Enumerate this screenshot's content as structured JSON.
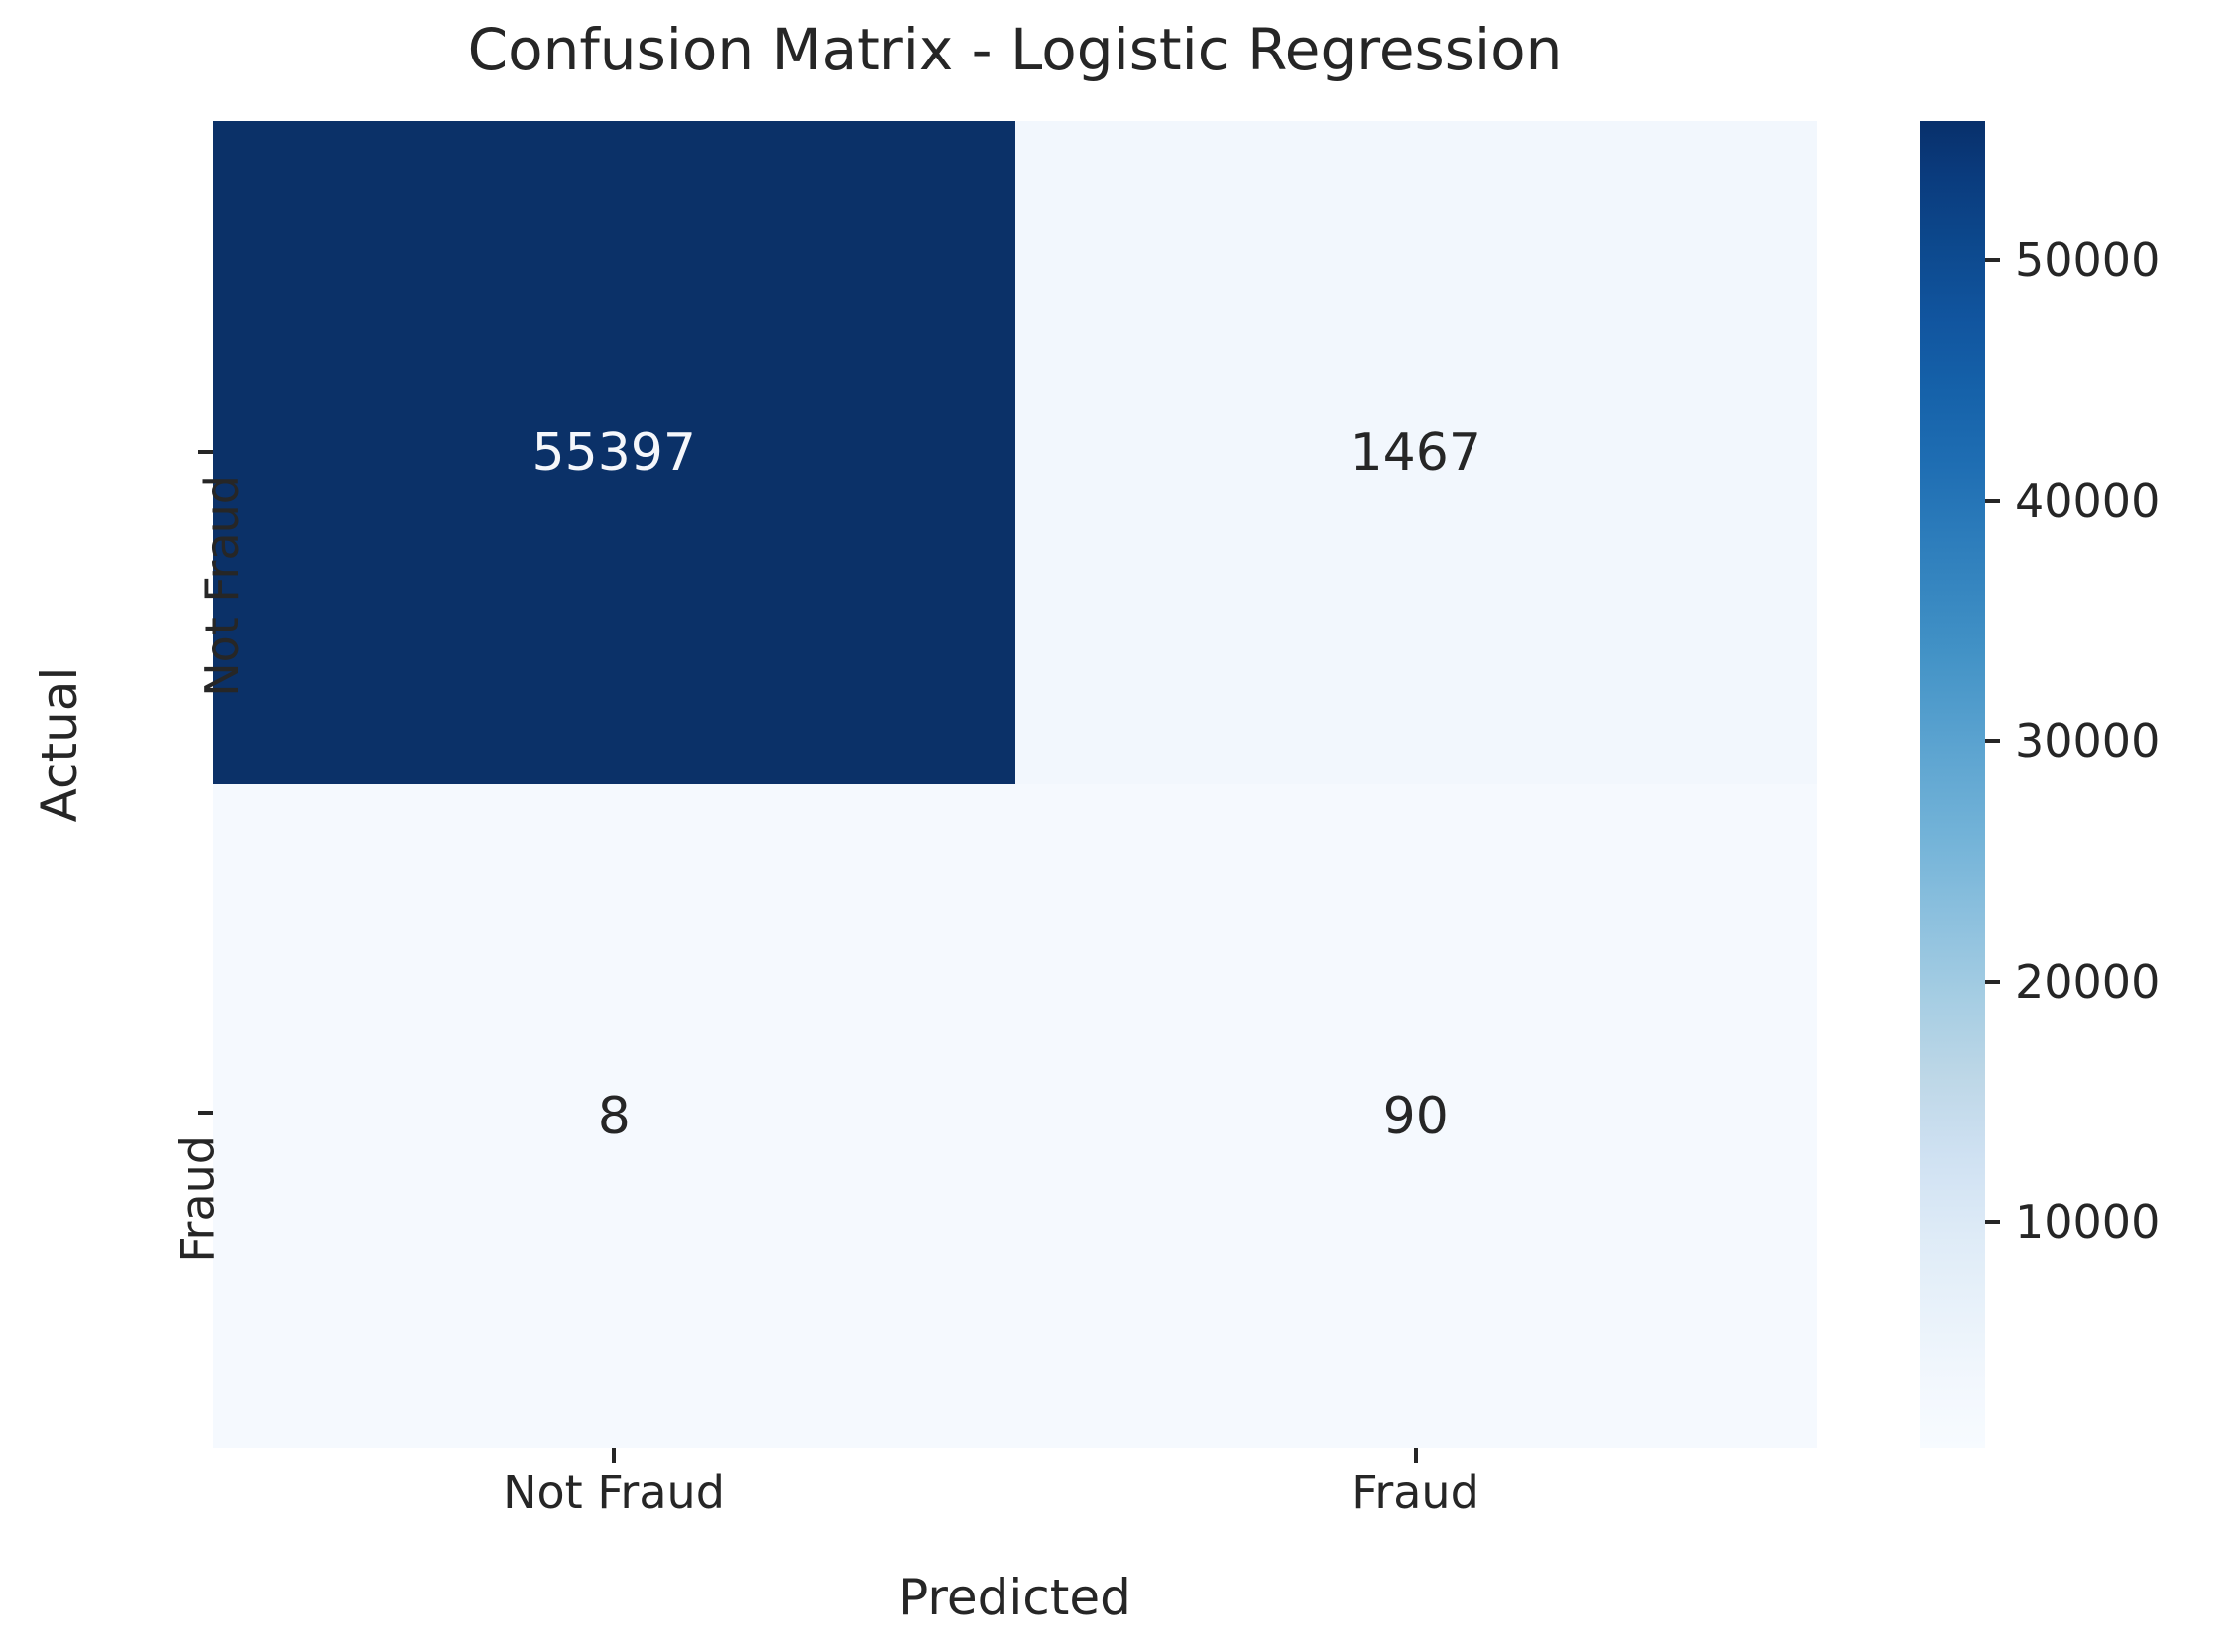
{
  "chart_data": {
    "type": "heatmap",
    "title": "Confusion Matrix - Logistic Regression",
    "xlabel": "Predicted",
    "ylabel": "Actual",
    "x_categories": [
      "Not Fraud",
      "Fraud"
    ],
    "y_categories": [
      "Not Fraud",
      "Fraud"
    ],
    "matrix": [
      [
        55397,
        1467
      ],
      [
        8,
        90
      ]
    ],
    "cells": [
      {
        "row": "Not Fraud",
        "col": "Not Fraud",
        "value": "55397",
        "fill": "#0b3168",
        "text_color": "#f5f7fb"
      },
      {
        "row": "Not Fraud",
        "col": "Fraud",
        "value": "1467",
        "fill": "#f2f7fd",
        "text_color": "#262626"
      },
      {
        "row": "Fraud",
        "col": "Not Fraud",
        "value": "8",
        "fill": "#f5f9fe",
        "text_color": "#262626"
      },
      {
        "row": "Fraud",
        "col": "Fraud",
        "value": "90",
        "fill": "#f5f9fe",
        "text_color": "#262626"
      }
    ],
    "colorbar": {
      "ticks": [
        "50000",
        "40000",
        "30000",
        "20000",
        "10000"
      ],
      "tick_values": [
        50000,
        40000,
        30000,
        20000,
        10000
      ],
      "vmin": 8,
      "vmax": 55397,
      "colormap": "Blues",
      "position": "right"
    },
    "grid": false,
    "annotations_shown": true
  },
  "colors": {
    "cell_high": "#0b3168",
    "cell_low": "#f5f9fe",
    "text_dark": "#262626",
    "text_light": "#f5f7fb",
    "background": "#ffffff"
  }
}
